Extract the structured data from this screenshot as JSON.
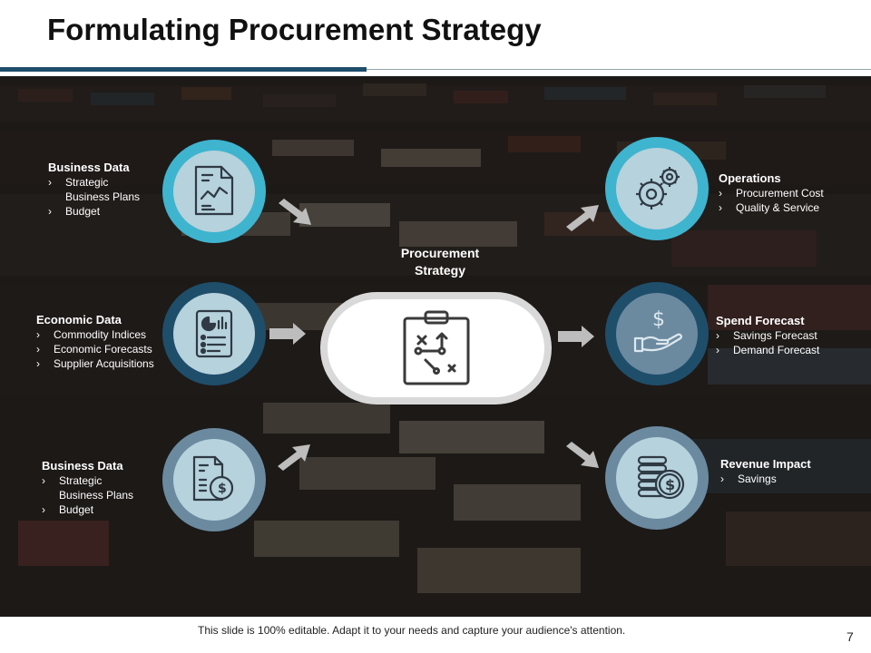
{
  "slide": {
    "title": "Formulating Procurement Strategy",
    "footer_note": "This slide is 100% editable. Adapt it to your needs and capture your audience's attention.",
    "page_number": "7"
  },
  "center": {
    "title_line1": "Procurement",
    "title_line2": "Strategy",
    "icon": "strategy-clipboard-icon"
  },
  "left_blocks": [
    {
      "heading": "Business Data",
      "items": [
        "Strategic",
        "Business Plans",
        "Budget"
      ],
      "icon": "document-chart-icon"
    },
    {
      "heading": "Economic Data",
      "items": [
        "Commodity Indices",
        "Economic Forecasts",
        "Supplier Acquisitions"
      ],
      "icon": "report-icon"
    },
    {
      "heading": "Business Data",
      "items": [
        "Strategic",
        "Business Plans",
        "Budget"
      ],
      "icon": "financial-document-icon"
    }
  ],
  "right_blocks": [
    {
      "heading": "Operations",
      "items": [
        "Procurement Cost",
        "Quality & Service"
      ],
      "icon": "gears-icon"
    },
    {
      "heading": "Spend Forecast",
      "items": [
        "Savings Forecast",
        "Demand Forecast"
      ],
      "icon": "dollar-hand-icon"
    },
    {
      "heading": "Revenue Impact",
      "items": [
        "Savings"
      ],
      "icon": "coin-stack-icon"
    }
  ],
  "colors": {
    "accent_cyan": "#3fb4cf",
    "accent_navy": "#1f4e6b",
    "accent_steel": "#6b8aa0",
    "icon_fill": "#b6d2dc",
    "title_rule": "#1f4e6b"
  }
}
